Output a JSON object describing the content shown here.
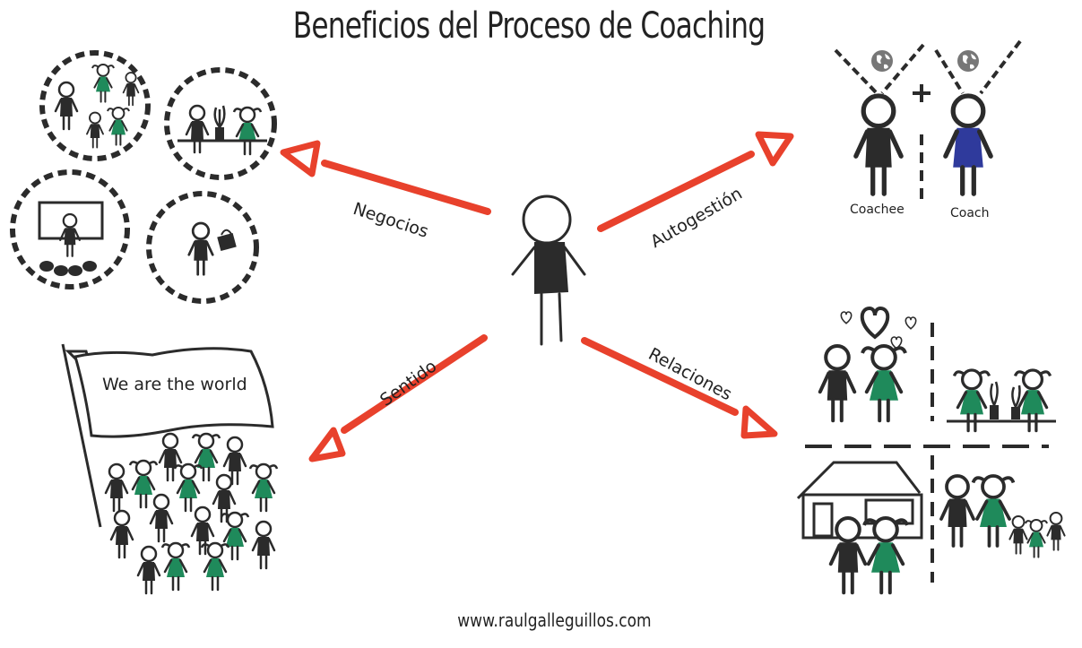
{
  "title": "Beneficios del Proceso de Coaching",
  "branches": {
    "negocios": "Negocios",
    "autogestion": "Autogestión",
    "sentido": "Sentido",
    "relaciones": "Relaciones"
  },
  "roles": {
    "coachee": "Coachee",
    "coach": "Coach"
  },
  "flag_text": "We are the world",
  "footer": "www.raulgalleguillos.com",
  "colors": {
    "arrow": "#e8412c",
    "green": "#1f8a5b",
    "blue": "#2f3a9c",
    "ink": "#2b2b2b",
    "globe": "#777777"
  },
  "icons": [
    "globe-icon",
    "heart-icon",
    "house-icon",
    "shopping-bag-icon",
    "plant-icon",
    "presentation-board-icon"
  ]
}
